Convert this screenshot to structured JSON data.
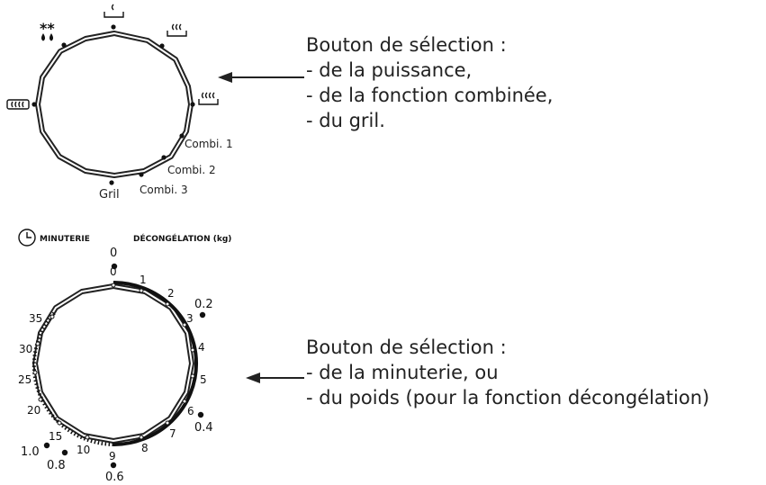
{
  "top_dial": {
    "labels": {
      "defrost_symbol": "**",
      "combi1": "Combi. 1",
      "combi2": "Combi. 2",
      "combi3": "Combi. 3",
      "grill": "Gril"
    }
  },
  "callout_top": {
    "title": "Bouton de sélection :",
    "items": [
      "- de la puissance,",
      "- de la fonction combinée,",
      "- du gril."
    ]
  },
  "bottom_header": {
    "timer": "MINUTERIE",
    "defrost": "DÉCONGÉLATION (kg)"
  },
  "bottom_dial": {
    "minutes": [
      "0",
      "1",
      "2",
      "3",
      "4",
      "5",
      "6",
      "7",
      "8",
      "9",
      "10",
      "15",
      "20",
      "25",
      "30",
      "35"
    ],
    "weights": [
      "0",
      "0.2",
      "0.4",
      "0.6",
      "0.8",
      "1.0"
    ]
  },
  "callout_bottom": {
    "title": "Bouton de sélection :",
    "items": [
      "- de la minuterie, ou",
      "- du poids (pour la fonction décongélation)"
    ]
  }
}
